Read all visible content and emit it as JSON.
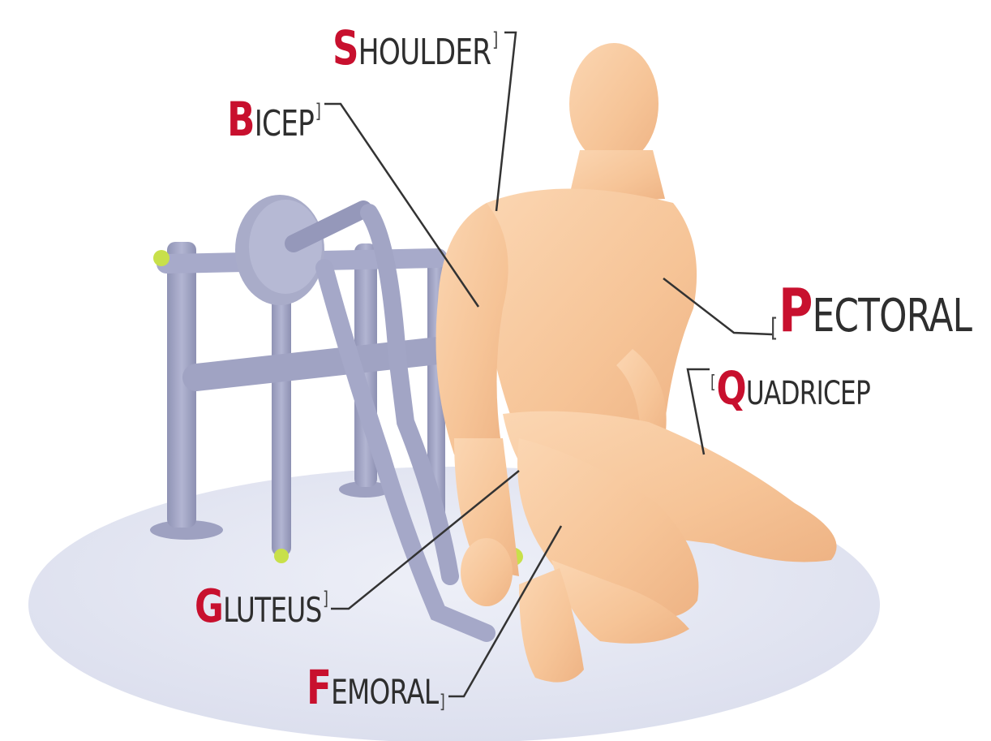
{
  "labels": {
    "shoulder": {
      "first": "S",
      "rest": "HOULDER"
    },
    "bicep": {
      "first": "B",
      "rest": "ICEP"
    },
    "pectoral": {
      "first": "P",
      "rest": "ECTORAL"
    },
    "quadricep": {
      "first": "Q",
      "rest": "UADRICEP"
    },
    "gluteus": {
      "first": "G",
      "rest": "LUTEUS"
    },
    "femoral": {
      "first": "F",
      "rest": "EMORAL"
    }
  },
  "colors": {
    "accent": "#c8102e",
    "text": "#2e2e2e",
    "skin": "#f7c9a0",
    "equipment": "#a3a6c4",
    "floor": "#e4e6f2",
    "grip": "#c8e04a"
  }
}
